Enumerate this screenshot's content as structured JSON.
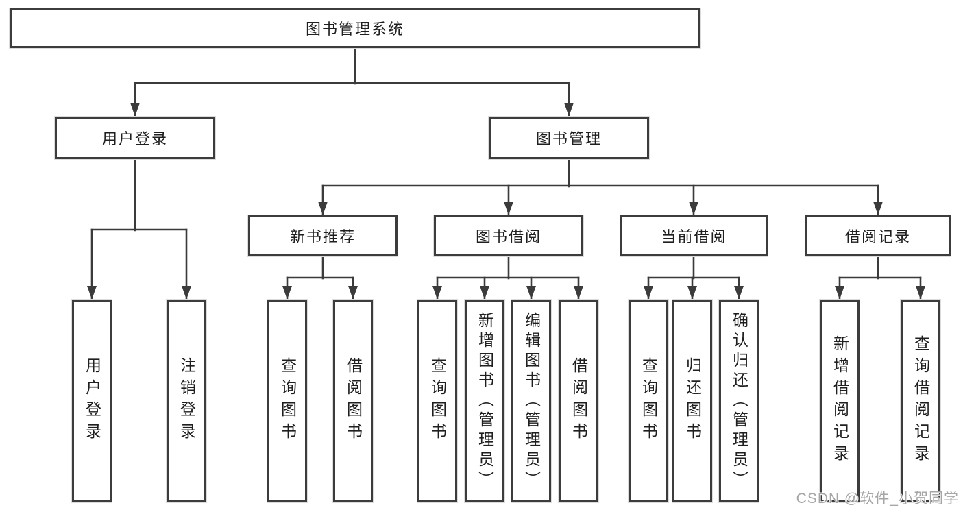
{
  "diagram": {
    "root": {
      "label": "图书管理系统"
    },
    "modules": [
      {
        "label": "用户登录",
        "functions": [
          "用户登录",
          "注销登录"
        ]
      },
      {
        "label": "图书管理",
        "submodules": [
          {
            "label": "新书推荐",
            "functions": [
              "查询图书",
              "借阅图书"
            ]
          },
          {
            "label": "图书借阅",
            "functions": [
              "查询图书",
              "新增图书（管理员）",
              "编辑图书（管理员）",
              "借阅图书"
            ]
          },
          {
            "label": "当前借阅",
            "functions": [
              "查询图书",
              "归还图书",
              "确认归还（管理员）"
            ]
          },
          {
            "label": "借阅记录",
            "functions": [
              "新增借阅记录",
              "查询借阅记录"
            ]
          }
        ]
      }
    ]
  },
  "colors": {
    "line": "#3b3b3b",
    "box_border": "#3c3c3c",
    "text": "#1f1f1f",
    "watermark": "#a6a6a6"
  },
  "watermark": {
    "text": "CSDN @软件_小贺同学"
  }
}
